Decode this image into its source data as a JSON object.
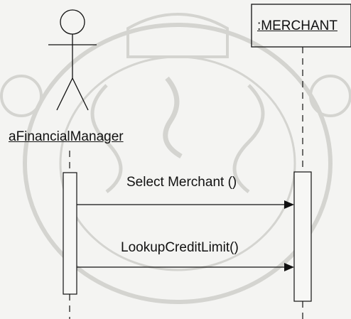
{
  "diagram": {
    "actor": {
      "name": "aFinancialManager",
      "icon": "stick-figure-icon"
    },
    "object": {
      "name": ":MERCHANT"
    },
    "messages": [
      {
        "label": "Select Merchant ()",
        "direction": "actor-to-object"
      },
      {
        "label": "LookupCreditLimit()",
        "direction": "actor-to-object"
      }
    ],
    "colors": {
      "line": "#111111",
      "watermark": "#c9c9c6",
      "background": "#f4f4f2"
    }
  }
}
